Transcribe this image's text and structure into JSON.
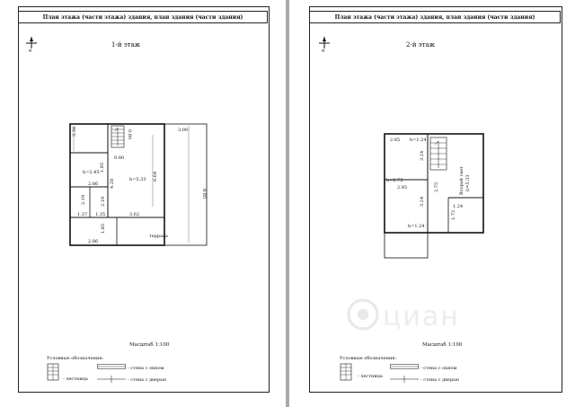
{
  "pages": [
    {
      "title": "План этажа (части этажа) здания, план здания (части здания)",
      "floor": "1-й этаж",
      "scale": "Масштаб 1:100",
      "legend": {
        "title": "Условные обозначения:",
        "stairs": "- лестница",
        "window_wall": "- стена с окном",
        "door_wall": "- стена с дверью"
      },
      "dims": {
        "top_right": "3.00",
        "right_height": "8.85",
        "left_top": "3.36",
        "stair_w": "0.80",
        "stair_h": "0.80",
        "room_h1": "h=2.45",
        "d_185a": "1.85",
        "d_428": "4.28",
        "room_main": "h=5.33",
        "d_664": "6.64",
        "d_286a": "2.86",
        "d_219a": "2.19",
        "d_219b": "2.19",
        "d_137": "1.37",
        "d_135": "1.35",
        "d_362": "3.62",
        "d_185b": "1.85",
        "d_286b": "2.86",
        "terrace": "терраса"
      }
    },
    {
      "title": "План этажа (части этажа) здания, план здания (части здания)",
      "floor": "2-й этаж",
      "scale": "Масштаб 1:100",
      "legend": {
        "title": "Условные обозначения:",
        "stairs": "- лестница",
        "window_wall": "- стена с окном",
        "door_wall": "- стена с дверью"
      },
      "dims": {
        "d_285a": "2.85",
        "h_124a": "h=1.24",
        "d_324a": "3.24",
        "h_275": "h=2.75",
        "d_285b": "2.85",
        "d_275": "2.75",
        "d_324b": "3.24",
        "d_124": "1.24",
        "d_172": "1.72",
        "h_124b": "h=1.24",
        "second_light": "Второй свет",
        "h_533": "h=5.33"
      },
      "watermark": "циан"
    }
  ]
}
